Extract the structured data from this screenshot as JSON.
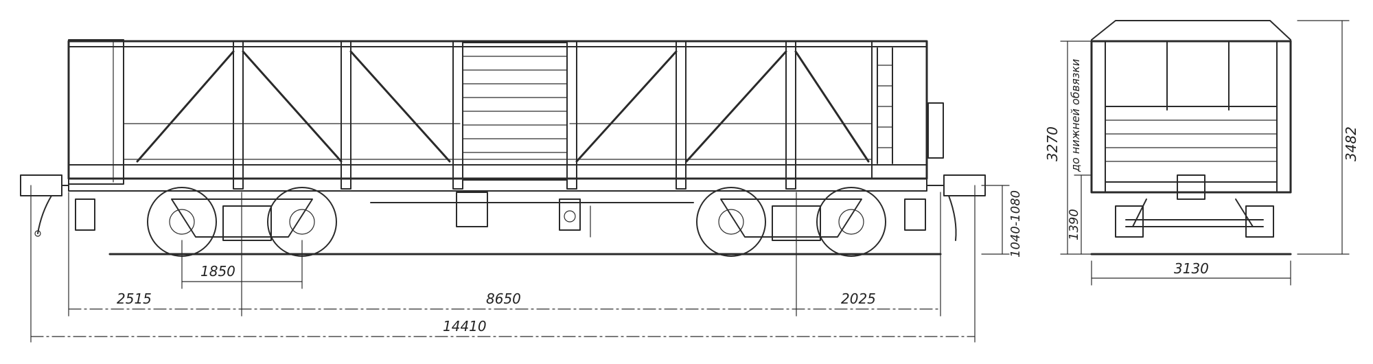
{
  "dimensions": {
    "side_view": {
      "bogie_wheelbase": "1850",
      "front_overhang": "2515",
      "bogie_centers": "8650",
      "rear_overhang": "2025",
      "overall_length": "14410",
      "coupler_height": "1040-1080"
    },
    "end_view": {
      "height_to_lower_strapping": "3270",
      "lower_strapping_note": "до нижней обвязки",
      "height_1390": "1390",
      "total_height": "3482",
      "width": "3130"
    }
  }
}
